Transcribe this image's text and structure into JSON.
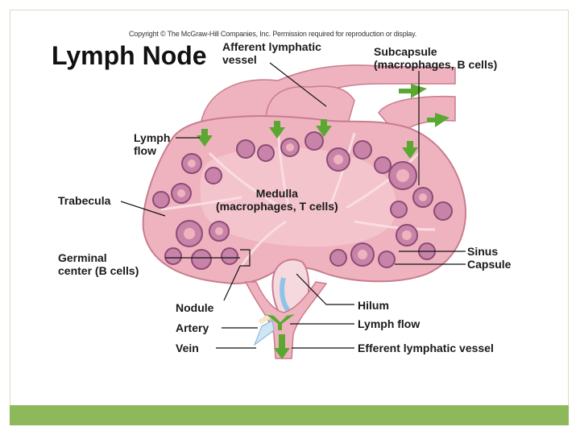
{
  "copyright": "Copyright © The McGraw-Hill Companies, Inc. Permission required for reproduction or display.",
  "title": "Lymph Node",
  "labels": {
    "afferent_line1": "Afferent lymphatic",
    "afferent_line2": "vessel",
    "subcapsule_line1": "Subcapsule",
    "subcapsule_line2": "(macrophages, B cells)",
    "lymph_flow_top_line1": "Lymph",
    "lymph_flow_top_line2": "flow",
    "trabecula": "Trabecula",
    "medulla_line1": "Medulla",
    "medulla_line2": "(macrophages, T cells)",
    "germinal_line1": "Germinal",
    "germinal_line2": "center (B cells)",
    "sinus": "Sinus",
    "capsule": "Capsule",
    "nodule": "Nodule",
    "hilum": "Hilum",
    "artery": "Artery",
    "lymph_flow_bottom": "Lymph flow",
    "vein": "Vein",
    "efferent": "Efferent lymphatic vessel"
  },
  "colors": {
    "tissue": "#efb3bf",
    "tissue_dark": "#d98c9d",
    "nodule": "#c784a8",
    "nodule_dark": "#8e4a75",
    "arrow": "#5aa832",
    "accent_bar": "#8db95a"
  }
}
